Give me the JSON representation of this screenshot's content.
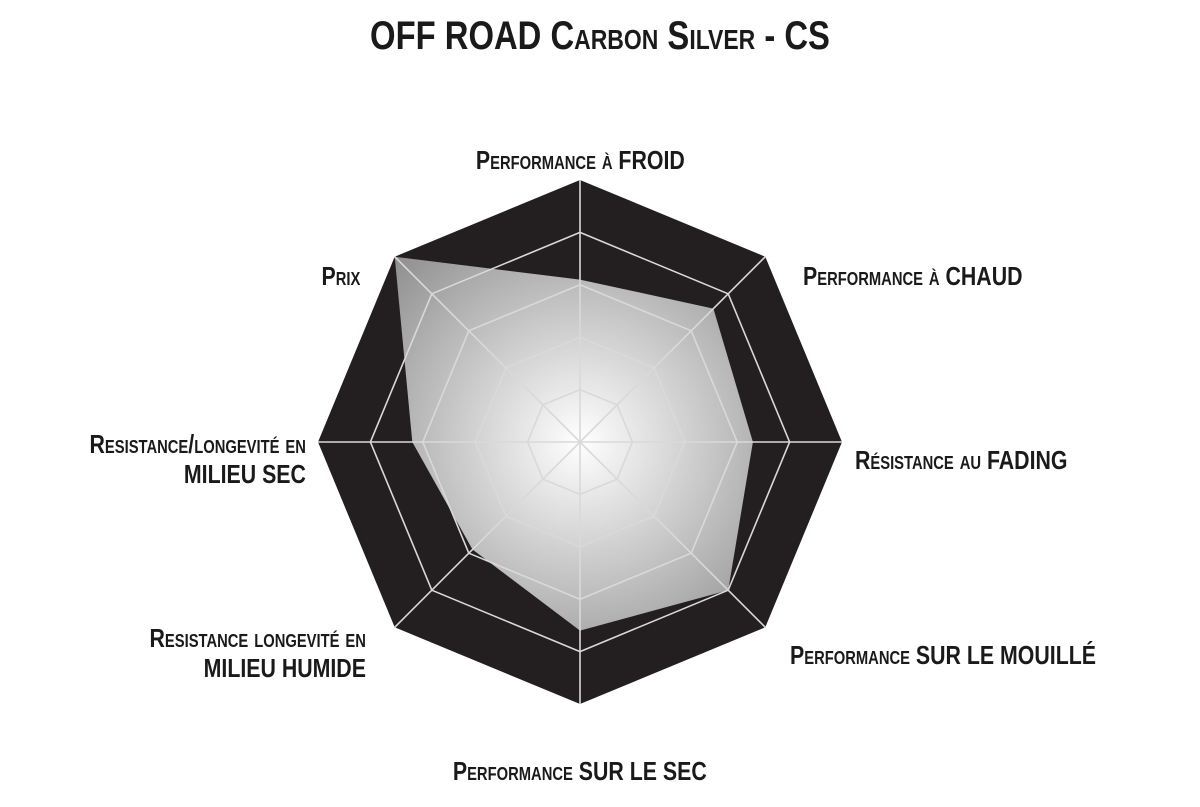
{
  "chart_data": {
    "type": "radar",
    "title": "OFF ROAD Carbon Silver - CS",
    "title_parts": [
      "OFF ROAD",
      "Carbon Silver - CS"
    ],
    "axes": [
      {
        "id": "froid",
        "lines": [
          [
            {
              "t": "Performance à ",
              "sc": true
            },
            {
              "t": "FROID",
              "sc": false
            }
          ]
        ]
      },
      {
        "id": "chaud",
        "lines": [
          [
            {
              "t": "Performance à ",
              "sc": true
            },
            {
              "t": "CHAUD",
              "sc": false
            }
          ]
        ]
      },
      {
        "id": "fading",
        "lines": [
          [
            {
              "t": "Résistance au ",
              "sc": true
            },
            {
              "t": "FADING",
              "sc": false
            }
          ]
        ]
      },
      {
        "id": "mouille",
        "lines": [
          [
            {
              "t": "Performance ",
              "sc": true
            },
            {
              "t": "SUR LE MOUILLÉ",
              "sc": false
            }
          ]
        ]
      },
      {
        "id": "sec",
        "lines": [
          [
            {
              "t": "Performance ",
              "sc": true
            },
            {
              "t": "SUR LE SEC",
              "sc": false
            }
          ]
        ]
      },
      {
        "id": "humide",
        "lines": [
          [
            {
              "t": "Resistance longevité en",
              "sc": true
            }
          ],
          [
            {
              "t": "MILIEU HUMIDE",
              "sc": false
            }
          ]
        ]
      },
      {
        "id": "milieu-sec",
        "lines": [
          [
            {
              "t": "Resistance/longevité en",
              "sc": true
            }
          ],
          [
            {
              "t": "MILIEU SEC",
              "sc": false
            }
          ]
        ]
      },
      {
        "id": "prix",
        "lines": [
          [
            {
              "t": "Prix",
              "sc": true
            }
          ]
        ]
      }
    ],
    "levels": 5,
    "range": [
      0,
      5
    ],
    "values": [
      3.1,
      3.6,
      3.3,
      4.0,
      3.6,
      2.9,
      3.2,
      5.0
    ],
    "colors": {
      "background_polygon": "#231f20",
      "grid": "#d9d9d9",
      "fill_center": "#ffffff",
      "fill_edge": "#8f8f8f"
    }
  }
}
